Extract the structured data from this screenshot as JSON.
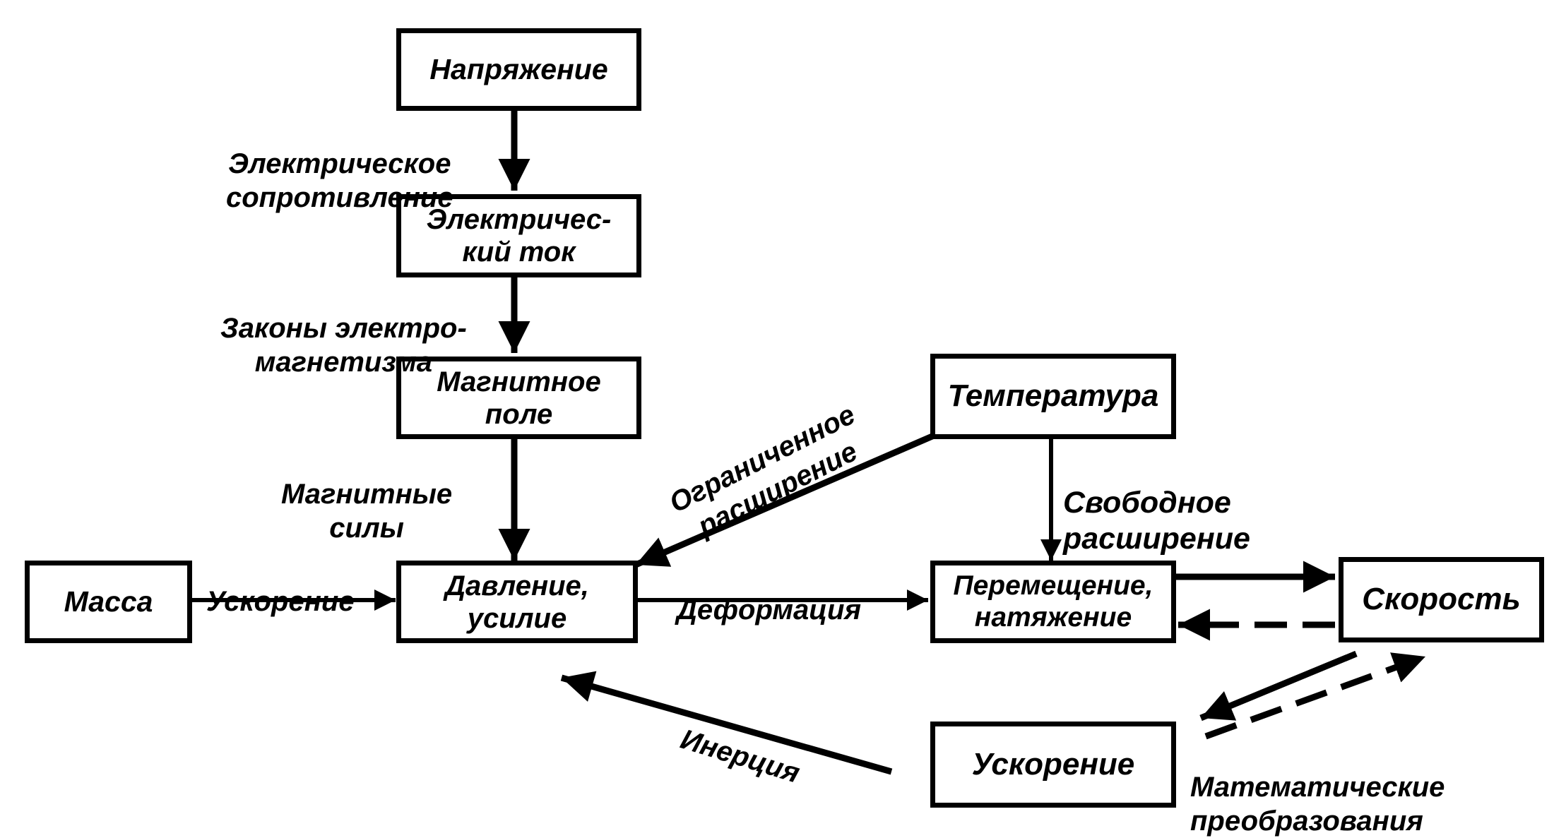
{
  "diagram": {
    "nodes": {
      "voltage": "Напряжение",
      "current": "Электричес-\nкий ток",
      "magnetic_field": "Магнитное\nполе",
      "mass": "Масса",
      "pressure": "Давление,\nусилие",
      "temperature": "Температура",
      "displacement": "Перемещение,\nнатяжение",
      "velocity": "Скорость",
      "acceleration": "Ускорение"
    },
    "edge_labels": {
      "resistance": "Электрическое\nсопротивление",
      "em_laws": "Законы электро-\nмагнетизма",
      "magnetic_forces": "Магнитные\nсилы",
      "acceleration": "Ускорение",
      "limited_expansion": "Ограниченное\nрасширение",
      "free_expansion": "Свободное\nрасширение",
      "deformation": "Деформация",
      "inertia": "Инерция",
      "math_transforms": "Математические\nпреобразования"
    },
    "edges": [
      {
        "from": "voltage",
        "to": "current",
        "label": "resistance",
        "style": "solid"
      },
      {
        "from": "current",
        "to": "magnetic_field",
        "label": "em_laws",
        "style": "solid"
      },
      {
        "from": "magnetic_field",
        "to": "pressure",
        "label": "magnetic_forces",
        "style": "solid"
      },
      {
        "from": "mass",
        "to": "pressure",
        "label": "acceleration",
        "style": "solid"
      },
      {
        "from": "temperature",
        "to": "pressure",
        "label": "limited_expansion",
        "style": "solid"
      },
      {
        "from": "temperature",
        "to": "displacement",
        "label": "free_expansion",
        "style": "solid"
      },
      {
        "from": "pressure",
        "to": "displacement",
        "label": "deformation",
        "style": "solid"
      },
      {
        "from": "displacement",
        "to": "velocity",
        "style": "solid"
      },
      {
        "from": "velocity",
        "to": "displacement",
        "style": "dashed"
      },
      {
        "from": "velocity",
        "to": "acceleration",
        "label": "math_transforms",
        "style": "solid"
      },
      {
        "from": "acceleration",
        "to": "velocity",
        "style": "dashed"
      },
      {
        "from": "acceleration",
        "to": "pressure",
        "label": "inertia",
        "style": "solid"
      }
    ]
  }
}
